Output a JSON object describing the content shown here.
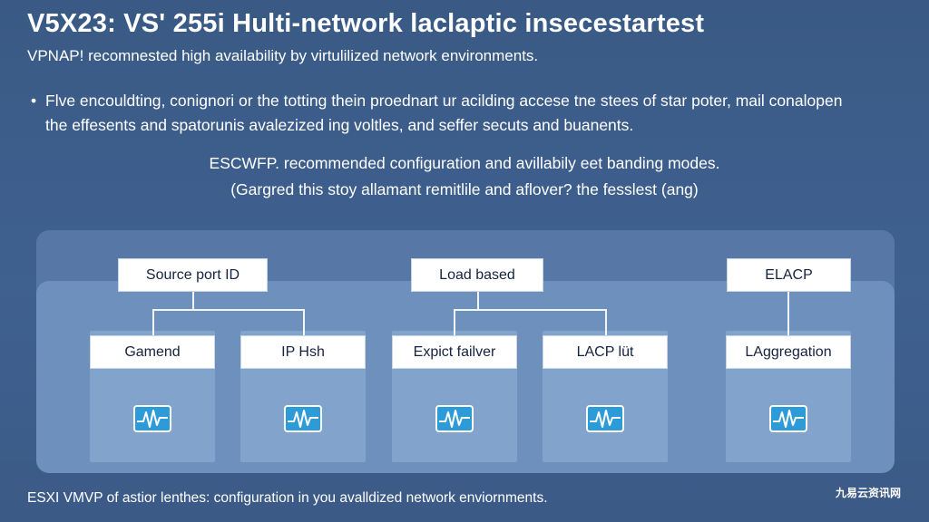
{
  "title": "V5X23: VS' 255i Hulti-network laclaptic insecestartest",
  "subtitle": "VPNAP! recomnested high availability by virtulilized network environments.",
  "bullet": {
    "marker": "•",
    "lines": [
      "Flve encouldting, conignori or the totting thein proednart ur acilding accese tne stees of star poter, mail conalopen",
      "the effesents and spatorunis avalezized ing voltles, and seffer secuts and buanents."
    ]
  },
  "center_lines": [
    "ESCWFP. recommended configuration and avillabily eet banding modes.",
    "(Gargred this stoy allamant remitlile and aflover? the fesslest (ang)"
  ],
  "diagram": {
    "groups": [
      {
        "label": "Source port ID",
        "children": [
          {
            "label": "Gamend",
            "icon": "waveform-icon"
          },
          {
            "label": "IP Hsh",
            "icon": "waveform-icon"
          }
        ]
      },
      {
        "label": "Load based",
        "children": [
          {
            "label": "Expict failver",
            "icon": "waveform-icon"
          },
          {
            "label": "LACP lüt",
            "icon": "waveform-icon"
          }
        ]
      },
      {
        "label": "ELACP",
        "children": [
          {
            "label": "LAggregation",
            "icon": "waveform-icon"
          }
        ]
      }
    ]
  },
  "footer": "ESXI VMVP of astior lenthes: configuration in you avalldized network enviornments.",
  "watermark": "九易云资讯网",
  "colors": {
    "background": "#3f6190",
    "panel_back": "#5778a6",
    "panel_front": "#6d90bd",
    "icon_fill": "#2e9bd9"
  }
}
